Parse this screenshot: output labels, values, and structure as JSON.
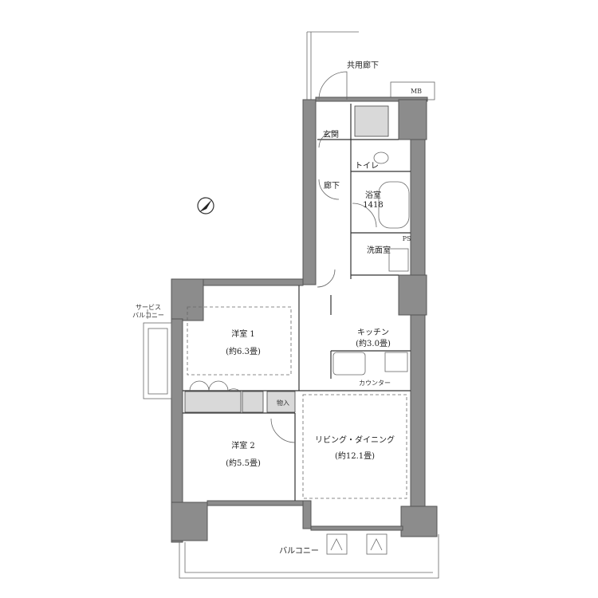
{
  "floor_plan": {
    "common_corridor": "共用廊下",
    "meter_box": "MB",
    "entrance": "玄関",
    "toilet": "トイレ",
    "hallway": "廊下",
    "bathroom": {
      "name": "浴室",
      "size": "1418"
    },
    "washroom": "洗面室",
    "kitchen": {
      "name": "キッチン",
      "size": "(約3.0畳)"
    },
    "counter": "カウンター",
    "western_room_1": {
      "name": "洋室 1",
      "size": "(約6.3畳)"
    },
    "western_room_2": {
      "name": "洋室 2",
      "size": "(約5.5畳)"
    },
    "living_dining": {
      "name": "リビング・ダイニング",
      "size": "(約12.1畳)"
    },
    "storage": "物入",
    "service_balcony": [
      "サービス",
      "バルコニー"
    ],
    "balcony": "バルコニー",
    "pipe_space": "PS",
    "north_arrow_icon": "compass-north-icon"
  }
}
